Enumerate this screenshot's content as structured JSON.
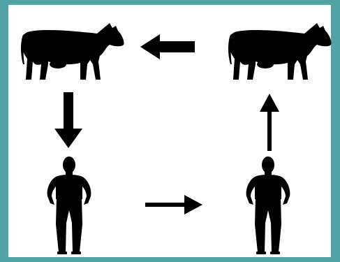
{
  "diagram": {
    "nodes": [
      {
        "id": "cow-top-left",
        "kind": "cow-icon"
      },
      {
        "id": "cow-top-right",
        "kind": "cow-icon"
      },
      {
        "id": "person-bottom-left",
        "kind": "person-icon"
      },
      {
        "id": "person-bottom-right",
        "kind": "person-icon"
      }
    ],
    "edges": [
      {
        "from": "cow-top-right",
        "to": "cow-top-left",
        "style": "thick"
      },
      {
        "from": "cow-top-left",
        "to": "person-bottom-left",
        "style": "thick"
      },
      {
        "from": "person-bottom-left",
        "to": "person-bottom-right",
        "style": "thin"
      },
      {
        "from": "person-bottom-right",
        "to": "cow-top-right",
        "style": "thin"
      }
    ],
    "colors": {
      "background": "#52a3a4",
      "panel": "#ffffff",
      "ink": "#000000"
    }
  }
}
